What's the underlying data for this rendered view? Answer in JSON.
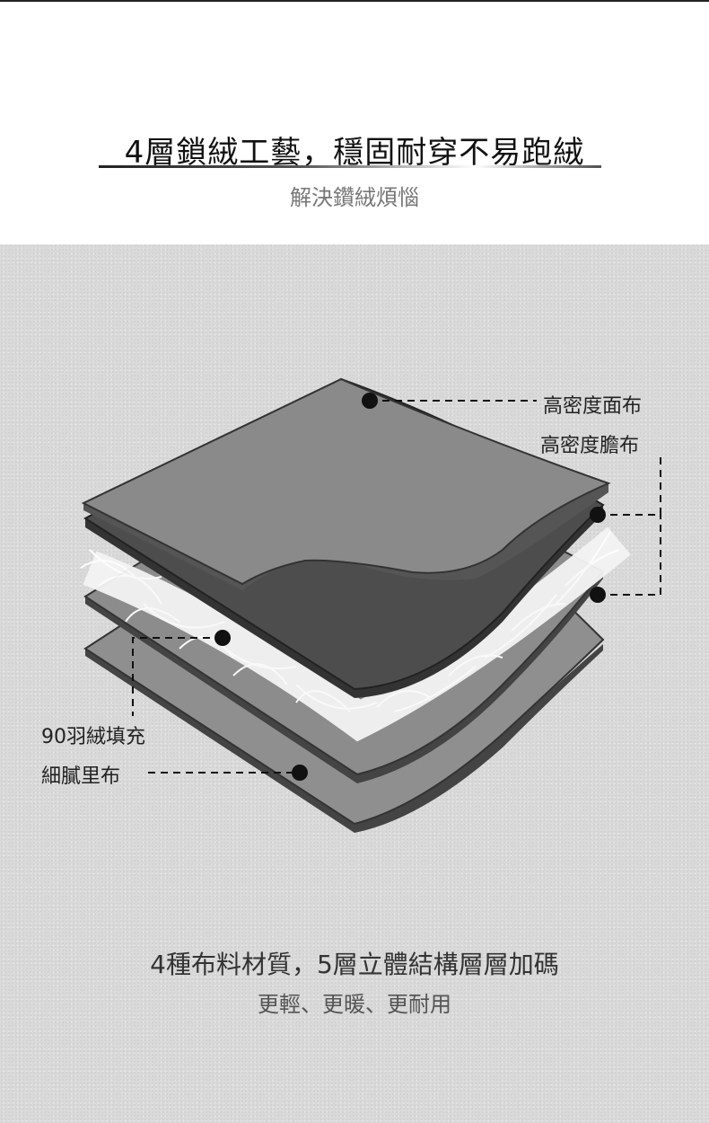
{
  "header": {
    "title": "4層鎖絨工藝，穩固耐穿不易跑絨",
    "subtitle": "解決鑽絨煩惱"
  },
  "diagram": {
    "labels": {
      "outer_fabric": "高密度面布",
      "inner_fabric": "高密度膽布",
      "down_filling": "90羽絨填充",
      "lining": "細膩里布"
    }
  },
  "footer": {
    "title": "4種布料材質，5層立體結構層層加碼",
    "subtitle": "更輕、更暖、更耐用"
  }
}
